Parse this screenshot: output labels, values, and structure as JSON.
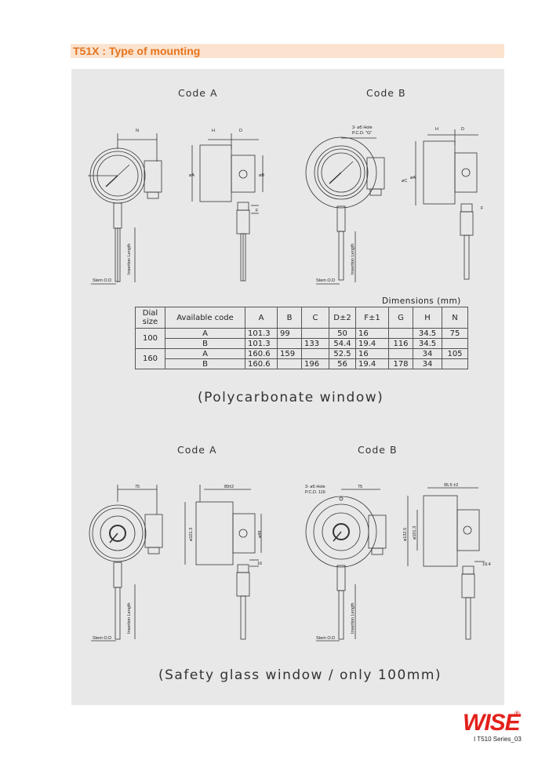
{
  "header": {
    "title": "T51X : Type of mounting"
  },
  "poly": {
    "code_a": "Code A",
    "code_b": "Code B",
    "caption": "(Polycarbonate window)",
    "drawing_labels": {
      "n": "N",
      "h": "H",
      "d": "D",
      "a": "øA",
      "b": "øB",
      "c": "øC",
      "f": "F",
      "hole": "3- ø5 Hole",
      "pcd": "P.C.D. \"G\"",
      "insertion": "Insertion Length",
      "stem": "Stem O.D"
    }
  },
  "dimensions": {
    "caption": "Dimensions (mm)",
    "headers": [
      "Dial size",
      "Available code",
      "A",
      "B",
      "C",
      "D±2",
      "F±1",
      "G",
      "H",
      "N"
    ],
    "rows": [
      [
        "100",
        "A",
        "101.3",
        "99",
        "",
        "50",
        "16",
        "",
        "34.5",
        "75"
      ],
      [
        "",
        "B",
        "101.3",
        "",
        "133",
        "54.4",
        "19.4",
        "116",
        "34.5",
        ""
      ],
      [
        "160",
        "A",
        "160.6",
        "159",
        "",
        "52.5",
        "16",
        "",
        "34",
        "105"
      ],
      [
        "",
        "B",
        "160.6",
        "",
        "196",
        "56",
        "19.4",
        "178",
        "34",
        ""
      ]
    ]
  },
  "safety": {
    "code_a": "Code A",
    "code_b": "Code B",
    "caption": "(Safety glass window / only 100mm)",
    "drawing_labels": {
      "n75a": "75",
      "n75b": "75",
      "d89": "89±2",
      "d95": "95.5 ±2",
      "a101a": "ø101.3",
      "b99": "ø99",
      "a101b": "ø101.3",
      "c132": "ø132.5",
      "f16": "16",
      "f19": "19.4",
      "hole": "3- ø5 Hole",
      "pcd": "P.C.D. 116",
      "insertion": "Insertion Length",
      "stem": "Stem O.D"
    }
  },
  "footer": {
    "logo": "WISE",
    "reg": "®",
    "page": "I T510 Series_03"
  },
  "colors": {
    "title": "#e5741d",
    "title_bg": "#fbe3cf",
    "panel": "#e8e8e8",
    "logo": "#e3201b"
  }
}
